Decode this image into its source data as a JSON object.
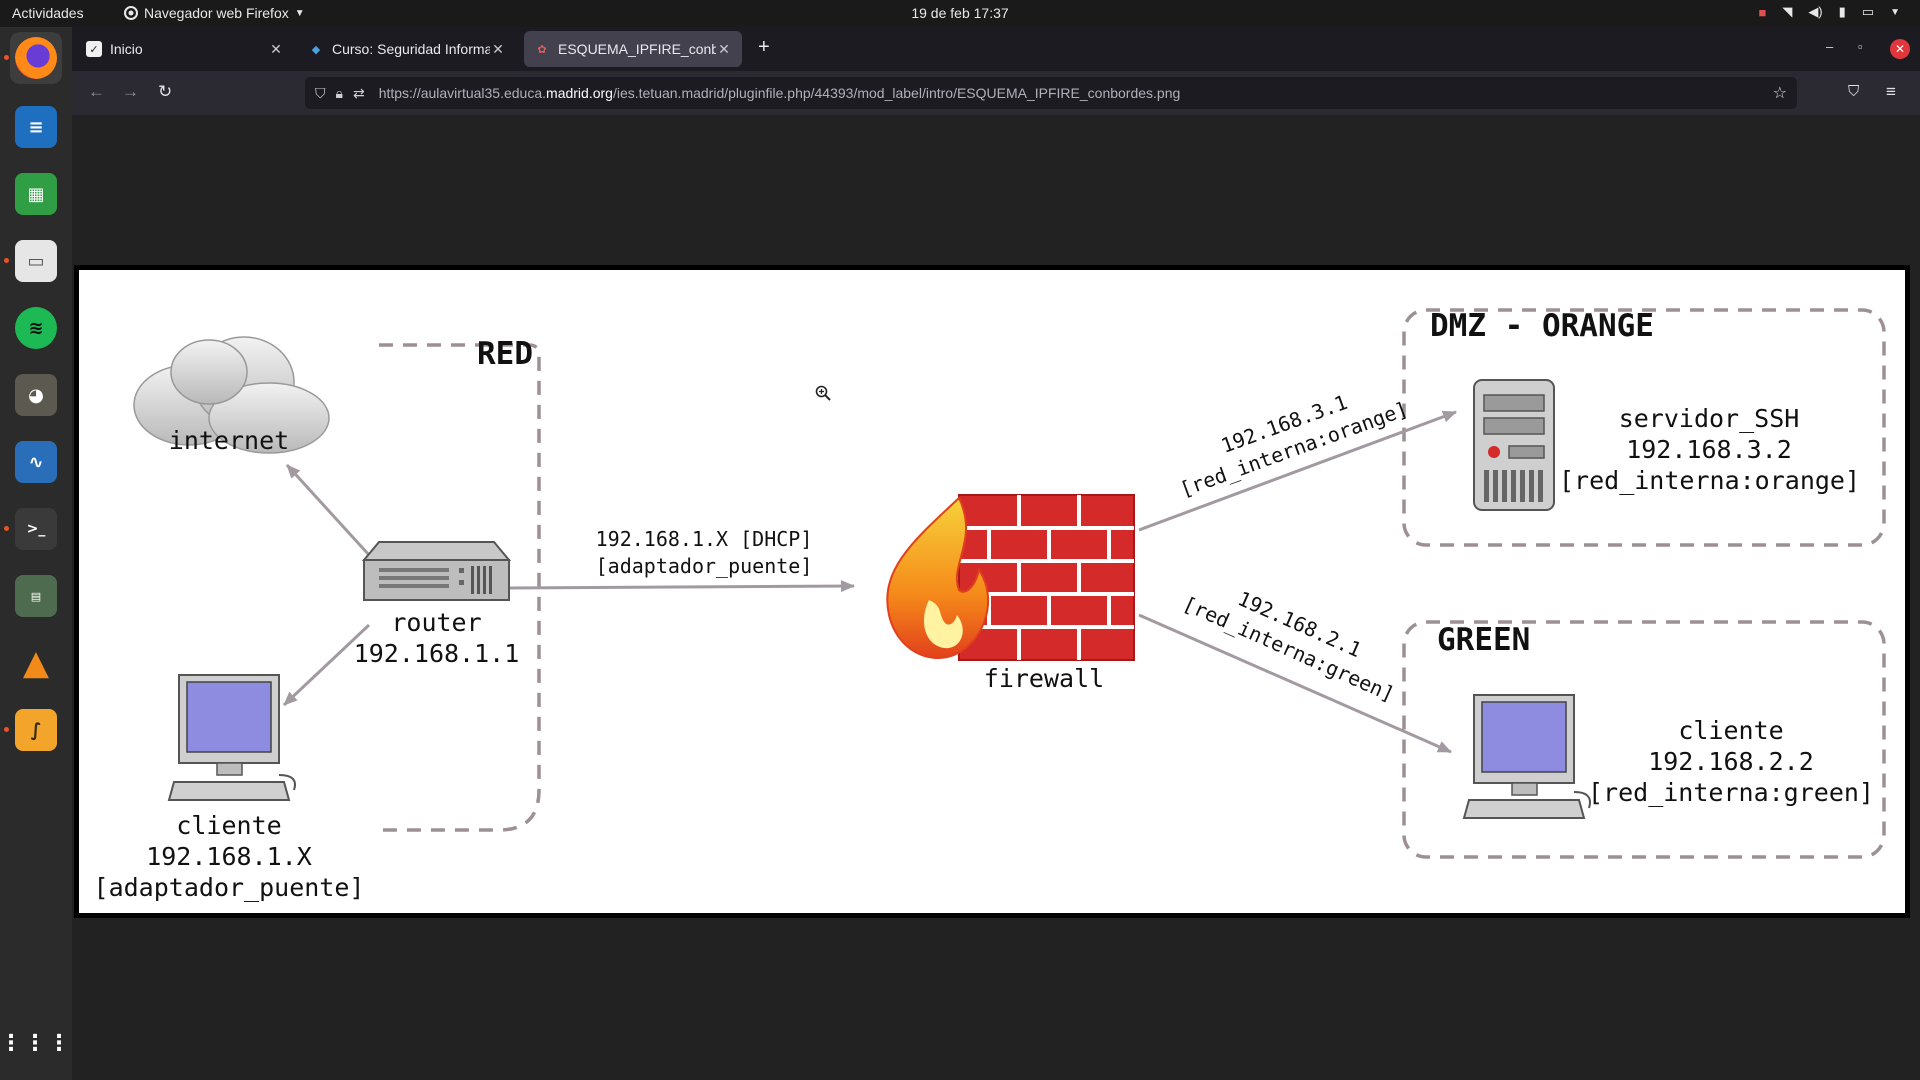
{
  "topbar": {
    "activities": "Actividades",
    "app_name": "Navegador web Firefox",
    "clock": "19 de feb  17:37"
  },
  "browser": {
    "tabs": [
      {
        "label": "Inicio"
      },
      {
        "label": "Curso: Seguridad Informa"
      },
      {
        "label": "ESQUEMA_IPFIRE_conbo"
      }
    ],
    "url": {
      "prefix": "https://aulavirtual35.educa.",
      "domain": "madrid.org",
      "path": "/ies.tetuan.madrid/pluginfile.php/44393/mod_label/intro/ESQUEMA_IPFIRE_conbordes.png"
    }
  },
  "diagram": {
    "red_zone_title": "RED",
    "dmz_zone_title": "DMZ - ORANGE",
    "green_zone_title": "GREEN",
    "internet_label": "internet",
    "router_label": "router\n192.168.1.1",
    "left_client_label": "cliente\n192.168.1.X\n[adaptador_puente]",
    "red_link_label": "192.168.1.X [DHCP]\n[adaptador_puente]",
    "firewall_label": "firewall",
    "orange_link_label": "192.168.3.1\n[red_interna:orange]",
    "green_link_label": "192.168.2.1\n[red_interna:green]",
    "ssh_server_label": "servidor_SSH\n192.168.3.2\n[red_interna:orange]",
    "green_client_label": "cliente\n192.168.2.2\n[red_interna:green]"
  }
}
